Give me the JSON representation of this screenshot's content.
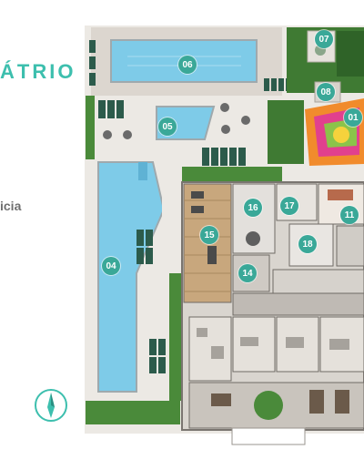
{
  "header": {
    "title": "ÁTRIO",
    "side_label": "icia"
  },
  "markers": [
    {
      "id": "01",
      "label": "01"
    },
    {
      "id": "04",
      "label": "04"
    },
    {
      "id": "05",
      "label": "05"
    },
    {
      "id": "06",
      "label": "06"
    },
    {
      "id": "07",
      "label": "07"
    },
    {
      "id": "08",
      "label": "08"
    },
    {
      "id": "11",
      "label": "11"
    },
    {
      "id": "14",
      "label": "14"
    },
    {
      "id": "15",
      "label": "15"
    },
    {
      "id": "16",
      "label": "16"
    },
    {
      "id": "17",
      "label": "17"
    },
    {
      "id": "18",
      "label": "18"
    }
  ],
  "colors": {
    "accent": "#3dbfae",
    "marker": "#3aa898",
    "pool": "#6cc3e6",
    "deck": "#e7e4df",
    "lawn": "#4a8a3a"
  },
  "icons": {
    "compass": "north-arrow-compass-icon"
  }
}
